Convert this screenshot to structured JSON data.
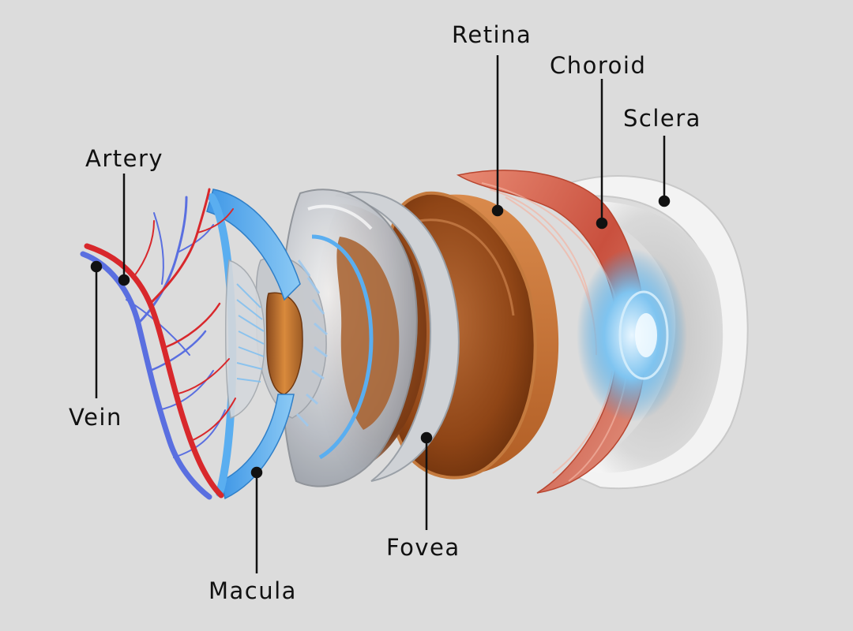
{
  "labels": {
    "retina": "Retina",
    "choroid": "Choroid",
    "sclera": "Sclera",
    "artery": "Artery",
    "vein": "Vein",
    "fovea": "Fovea",
    "macula": "Macula"
  },
  "colors": {
    "background": "#dcdcdc",
    "artery": "#d8282c",
    "vein": "#5a6fe0",
    "cornea_blue": "#5aaef0",
    "lens_glass": "#b9bdc4",
    "retina_brown": "#a9551f",
    "choroid_red": "#d9654f",
    "sclera_white": "#f2f2f2",
    "leader": "#111111"
  }
}
